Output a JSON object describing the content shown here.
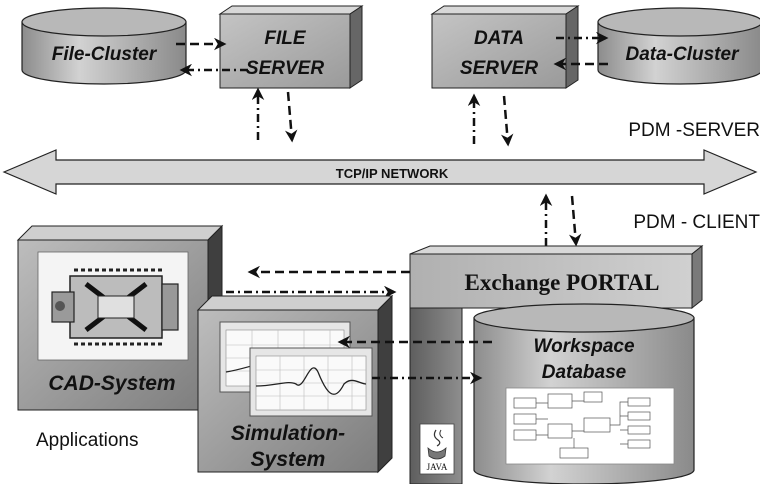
{
  "servers": {
    "file_cluster": "File-Cluster",
    "file_server_line1": "FILE",
    "file_server_line2": "SERVER",
    "data_server_line1": "DATA",
    "data_server_line2": "SERVER",
    "data_cluster": "Data-Cluster"
  },
  "labels": {
    "pdm_server": "PDM -SERVER",
    "network": "TCP/IP NETWORK",
    "pdm_client": "PDM - CLIENT",
    "applications": "Applications"
  },
  "portal": {
    "title": "Exchange PORTAL",
    "java": "JAVA"
  },
  "workspace": {
    "line1": "Workspace",
    "line2": "Database"
  },
  "apps": {
    "cad": "CAD-System",
    "sim_line1": "Simulation-",
    "sim_line2": "System"
  },
  "colors": {
    "box_gray": "#a9a9a9",
    "dark_gray": "#555555",
    "network_fill": "#d6d6d6",
    "text": "#111111"
  }
}
